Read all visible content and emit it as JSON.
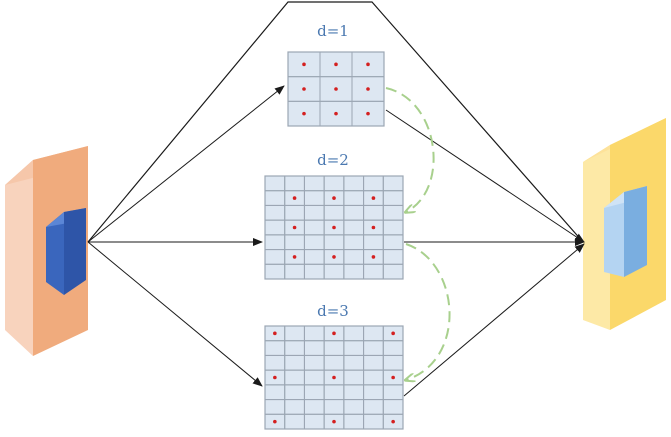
{
  "grids": [
    {
      "label": "d=1",
      "size": 3,
      "dilation": 1
    },
    {
      "label": "d=2",
      "size": 7,
      "dilation": 2
    },
    {
      "label": "d=3",
      "size": 7,
      "dilation": 3
    }
  ],
  "colors": {
    "grid_fill": "#dde7f2",
    "grid_line": "#9ba6b3",
    "dot": "#d42020",
    "arrow": "#1a1a1a",
    "curved_arrow": "#a8d08d",
    "input_front": "#f3b995",
    "input_side": "#f8d3bd",
    "input_kernel": "#2e55a8",
    "output_front": "#fbd86a",
    "output_side": "#fde9a6",
    "output_kernel": "#7aaee0"
  }
}
